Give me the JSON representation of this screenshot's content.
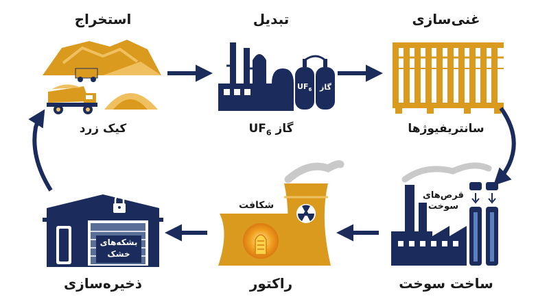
{
  "stages": {
    "mining": {
      "title": "استخراج",
      "product": "کیک زرد"
    },
    "conversion": {
      "title": "تبدیل",
      "product_prefix": "گاز",
      "product_formula": "UF",
      "product_subscript": "6",
      "tank_left_main": "UF",
      "tank_left_sub": "6",
      "tank_right": "گاز"
    },
    "enrichment": {
      "title": "غنی‌سازی",
      "product": "سانتریفیوژها"
    },
    "fabrication": {
      "title": "ساخت سوخت",
      "annotation_line1": "قرص‌های",
      "annotation_line2": "سوخت"
    },
    "reactor": {
      "title": "راکتور",
      "annotation": "شکافت"
    },
    "storage": {
      "title": "ذخیره‌سازی",
      "door_line1": "بشکه‌های",
      "door_line2": "خشک"
    }
  },
  "colors": {
    "navy": "#1b2c5c",
    "gold": "#d99a1e",
    "light_gold": "#f0c060",
    "steam": "#c9c9c9",
    "bg": "#ffffff"
  }
}
